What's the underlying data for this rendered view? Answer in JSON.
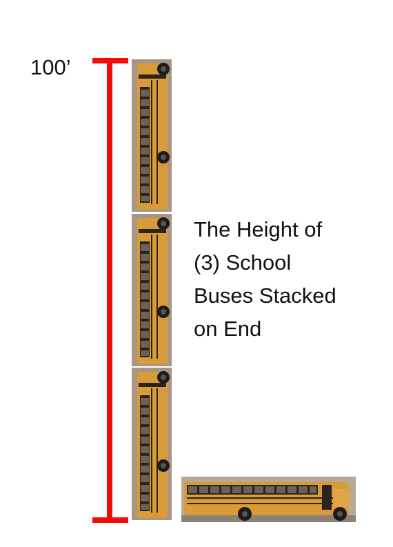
{
  "measure_label": "100’",
  "caption_lines": [
    "The Height of",
    "(3) School",
    "Buses Stacked",
    "on End"
  ],
  "colors": {
    "measure_bar": "#f20d0d",
    "bus_body": "#d99a3a",
    "bus_stripe": "#2a241d"
  }
}
